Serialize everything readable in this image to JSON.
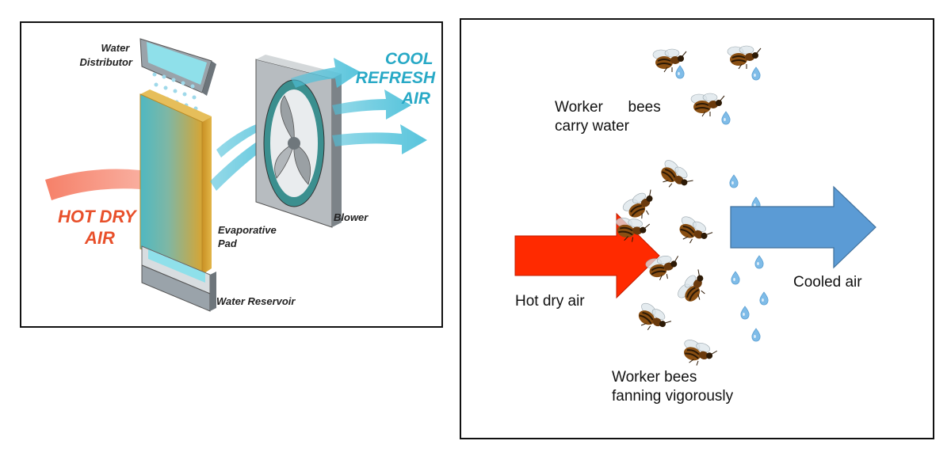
{
  "cooler_panel": {
    "water_distributor": [
      "Water",
      "Distributor"
    ],
    "cool_air": [
      "COOL",
      "REFRESH",
      "AIR"
    ],
    "hot_air": [
      "HOT DRY",
      "AIR"
    ],
    "evaporative_pad": [
      "Evaporative",
      "Pad"
    ],
    "blower": "Blower",
    "water_reservoir": "Water Reservoir"
  },
  "bee_panel": {
    "carry_water": [
      "Worker      bees",
      "carry water"
    ],
    "hot_air": "Hot dry air",
    "cooled_air": "Cooled air",
    "fanning": [
      "Worker bees",
      "fanning vigorously"
    ]
  },
  "colors": {
    "hot_arrow_left": "#f46a4e",
    "hot_text_left": "#e8502b",
    "cool_arrow_left": "#4fc1da",
    "cool_text_left": "#28a9c6",
    "pad_gold": "#d6a534",
    "pad_teal": "#4fb8c2",
    "hot_arrow_right": "#ff2a00",
    "cool_arrow_right": "#5b9bd5",
    "droplet": "#7fbce8"
  }
}
